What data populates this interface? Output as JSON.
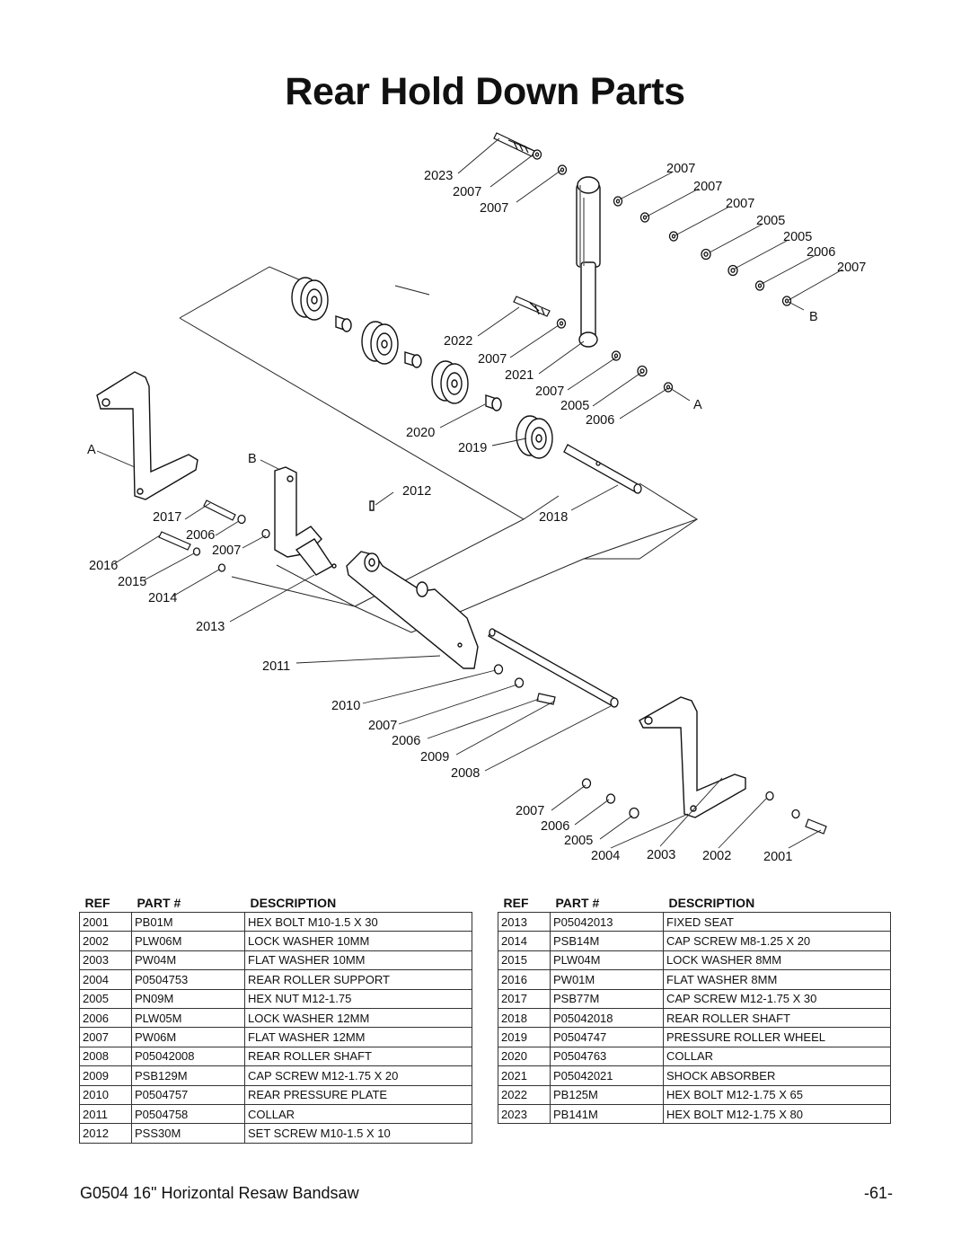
{
  "title": "Rear Hold Down Parts",
  "diagram_labels": {
    "l2023": "2023",
    "l2007a": "2007",
    "l2007b": "2007",
    "r2007a": "2007",
    "r2007b": "2007",
    "r2007c": "2007",
    "r2005a": "2005",
    "r2005b": "2005",
    "r2006a": "2006",
    "r2007d": "2007",
    "rB": "B",
    "l2022": "2022",
    "l2007c": "2007",
    "l2021": "2021",
    "l2007d": "2007",
    "l2005": "2005",
    "l2006": "2006",
    "rA": "A",
    "l2020": "2020",
    "l2019": "2019",
    "lA": "A",
    "lB": "B",
    "l2012": "2012",
    "l2018": "2018",
    "l2017": "2017",
    "l2006b": "2006",
    "l2007e": "2007",
    "l2016": "2016",
    "l2015": "2015",
    "l2014": "2014",
    "l2013": "2013",
    "l2011": "2011",
    "l2010": "2010",
    "l2007f": "2007",
    "l2006c": "2006",
    "l2009": "2009",
    "l2008": "2008",
    "b2007": "2007",
    "b2006": "2006",
    "b2005": "2005",
    "b2004": "2004",
    "b2003": "2003",
    "b2002": "2002",
    "b2001": "2001"
  },
  "table_headers": {
    "ref": "REF",
    "part": "PART #",
    "description": "DESCRIPTION"
  },
  "parts_left": [
    {
      "ref": "2001",
      "part": "PB01M",
      "description": "HEX BOLT M10-1.5 X 30"
    },
    {
      "ref": "2002",
      "part": "PLW06M",
      "description": "LOCK WASHER 10MM"
    },
    {
      "ref": "2003",
      "part": "PW04M",
      "description": "FLAT WASHER 10MM"
    },
    {
      "ref": "2004",
      "part": "P0504753",
      "description": "REAR ROLLER SUPPORT"
    },
    {
      "ref": "2005",
      "part": "PN09M",
      "description": "HEX NUT M12-1.75"
    },
    {
      "ref": "2006",
      "part": "PLW05M",
      "description": "LOCK WASHER 12MM"
    },
    {
      "ref": "2007",
      "part": "PW06M",
      "description": "FLAT WASHER 12MM"
    },
    {
      "ref": "2008",
      "part": "P05042008",
      "description": "REAR ROLLER SHAFT"
    },
    {
      "ref": "2009",
      "part": "PSB129M",
      "description": "CAP SCREW M12-1.75 X 20"
    },
    {
      "ref": "2010",
      "part": "P0504757",
      "description": "REAR PRESSURE PLATE"
    },
    {
      "ref": "2011",
      "part": "P0504758",
      "description": "COLLAR"
    },
    {
      "ref": "2012",
      "part": "PSS30M",
      "description": "SET SCREW M10-1.5 X 10"
    }
  ],
  "parts_right": [
    {
      "ref": "2013",
      "part": "P05042013",
      "description": "FIXED SEAT"
    },
    {
      "ref": "2014",
      "part": "PSB14M",
      "description": "CAP SCREW M8-1.25 X 20"
    },
    {
      "ref": "2015",
      "part": "PLW04M",
      "description": "LOCK WASHER 8MM"
    },
    {
      "ref": "2016",
      "part": "PW01M",
      "description": "FLAT WASHER 8MM"
    },
    {
      "ref": "2017",
      "part": "PSB77M",
      "description": "CAP SCREW M12-1.75 X 30"
    },
    {
      "ref": "2018",
      "part": "P05042018",
      "description": "REAR ROLLER SHAFT"
    },
    {
      "ref": "2019",
      "part": "P0504747",
      "description": "PRESSURE ROLLER WHEEL"
    },
    {
      "ref": "2020",
      "part": "P0504763",
      "description": "COLLAR"
    },
    {
      "ref": "2021",
      "part": "P05042021",
      "description": "SHOCK ABSORBER"
    },
    {
      "ref": "2022",
      "part": "PB125M",
      "description": "HEX BOLT M12-1.75 X 65"
    },
    {
      "ref": "2023",
      "part": "PB141M",
      "description": "HEX BOLT M12-1.75 X 80"
    }
  ],
  "footer": {
    "manual": "G0504 16\" Horizontal Resaw Bandsaw",
    "page": "-61-"
  }
}
